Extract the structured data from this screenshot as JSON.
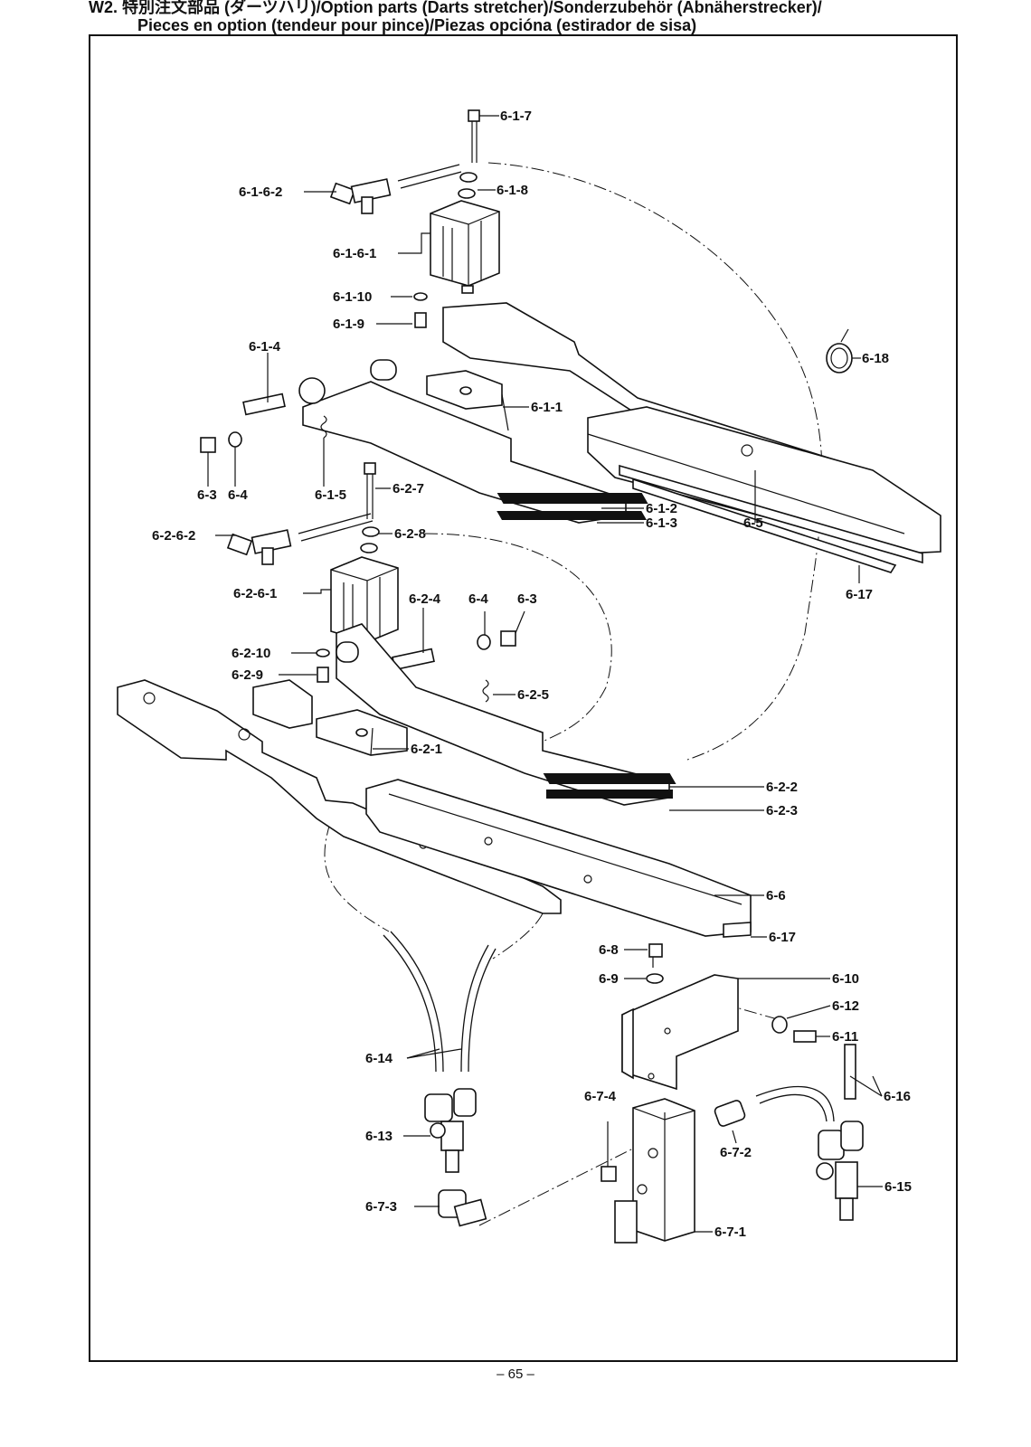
{
  "header": {
    "line1": "W2. 特別注文部品 (ダーツハリ)/Option parts (Darts stretcher)/Sonderzubehör (Abnäherstrecker)/",
    "line2": "Pieces en option (tendeur pour pince)/Piezas opcióna (estirador de sisa)"
  },
  "labels": {
    "p6_1_7": "6-1-7",
    "p6_1_8": "6-1-8",
    "p6_1_6_2": "6-1-6-2",
    "p6_1_6_1": "6-1-6-1",
    "p6_1_10": "6-1-10",
    "p6_1_9": "6-1-9",
    "p6_18": "6-18",
    "p6_1_4": "6-1-4",
    "p6_1_1": "6-1-1",
    "p6_3a": "6-3",
    "p6_4a": "6-4",
    "p6_1_5": "6-1-5",
    "p6_2_7": "6-2-7",
    "p6_1_2": "6-1-2",
    "p6_1_3": "6-1-3",
    "p6_5": "6-5",
    "p6_17a": "6-17",
    "p6_2_6_2": "6-2-6-2",
    "p6_2_8": "6-2-8",
    "p6_2_6_1": "6-2-6-1",
    "p6_2_4": "6-2-4",
    "p6_4b": "6-4",
    "p6_3b": "6-3",
    "p6_2_10": "6-2-10",
    "p6_2_9": "6-2-9",
    "p6_2_5": "6-2-5",
    "p6_2_1": "6-2-1",
    "p6_2_2": "6-2-2",
    "p6_2_3": "6-2-3",
    "p6_6": "6-6",
    "p6_17b": "6-17",
    "p6_8": "6-8",
    "p6_9": "6-9",
    "p6_10": "6-10",
    "p6_12": "6-12",
    "p6_11": "6-11",
    "p6_14": "6-14",
    "p6_16": "6-16",
    "p6_7_4": "6-7-4",
    "p6_13": "6-13",
    "p6_7_2": "6-7-2",
    "p6_15": "6-15",
    "p6_7_3": "6-7-3",
    "p6_7_1": "6-7-1"
  },
  "page_number": "– 65 –"
}
